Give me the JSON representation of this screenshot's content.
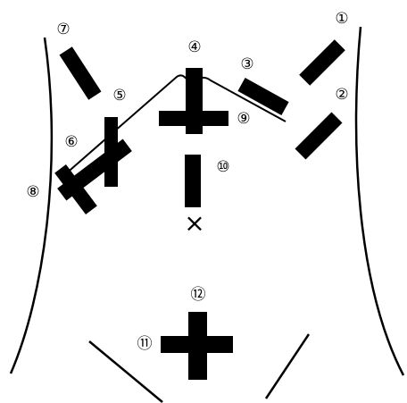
{
  "labels": {
    "l1": "①",
    "l2": "②",
    "l3": "③",
    "l4": "④",
    "l5": "⑤",
    "l6": "⑥",
    "l7": "⑦",
    "l8": "⑧",
    "l9": "⑨",
    "l10": "⑩",
    "l11": "⑪",
    "l12": "⑫"
  },
  "marker": "×",
  "colors": {
    "ink": "#000000",
    "background": "#ffffff"
  }
}
